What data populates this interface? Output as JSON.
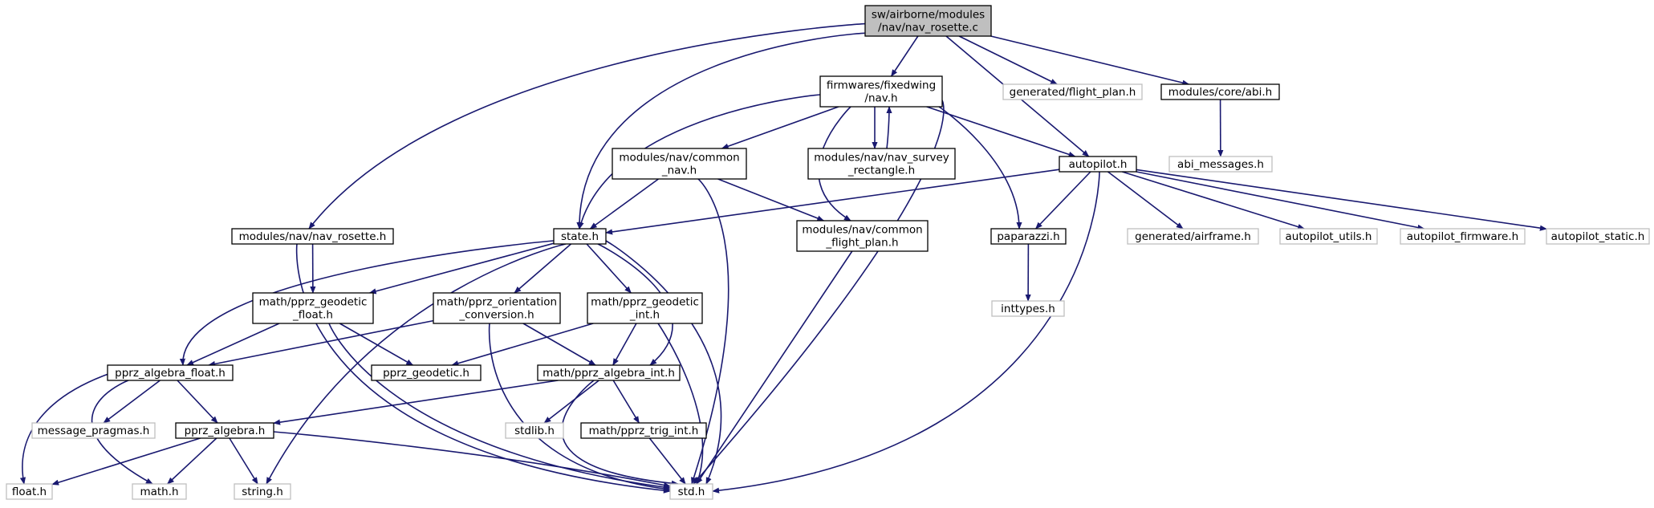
{
  "colors": {
    "edge": "#191970",
    "node_border_documented": "#000000",
    "node_border_external": "#bfbfbf",
    "root_fill": "#bfbfbf",
    "node_fill": "#ffffff",
    "text": "#000000"
  },
  "nodes": [
    {
      "id": "root",
      "lines": [
        "sw/airborne/modules",
        "/nav/nav_rosette.c"
      ],
      "kind": "root"
    },
    {
      "id": "fw_nav",
      "lines": [
        "firmwares/fixedwing",
        "/nav.h"
      ],
      "kind": "documented"
    },
    {
      "id": "flight_plan",
      "lines": [
        "generated/flight_plan.h"
      ],
      "kind": "external"
    },
    {
      "id": "abi",
      "lines": [
        "modules/core/abi.h"
      ],
      "kind": "documented"
    },
    {
      "id": "abi_messages",
      "lines": [
        "abi_messages.h"
      ],
      "kind": "external"
    },
    {
      "id": "common_nav",
      "lines": [
        "modules/nav/common",
        "_nav.h"
      ],
      "kind": "documented"
    },
    {
      "id": "survey",
      "lines": [
        "modules/nav/nav_survey",
        "_rectangle.h"
      ],
      "kind": "documented"
    },
    {
      "id": "autopilot",
      "lines": [
        "autopilot.h"
      ],
      "kind": "documented"
    },
    {
      "id": "nav_rosette_h",
      "lines": [
        "modules/nav/nav_rosette.h"
      ],
      "kind": "documented"
    },
    {
      "id": "state",
      "lines": [
        "state.h"
      ],
      "kind": "documented"
    },
    {
      "id": "common_fp",
      "lines": [
        "modules/nav/common",
        "_flight_plan.h"
      ],
      "kind": "documented"
    },
    {
      "id": "paparazzi",
      "lines": [
        "paparazzi.h"
      ],
      "kind": "documented"
    },
    {
      "id": "airframe",
      "lines": [
        "generated/airframe.h"
      ],
      "kind": "external"
    },
    {
      "id": "ap_utils",
      "lines": [
        "autopilot_utils.h"
      ],
      "kind": "external"
    },
    {
      "id": "ap_firmware",
      "lines": [
        "autopilot_firmware.h"
      ],
      "kind": "external"
    },
    {
      "id": "ap_static",
      "lines": [
        "autopilot_static.h"
      ],
      "kind": "external"
    },
    {
      "id": "geo_float",
      "lines": [
        "math/pprz_geodetic",
        "_float.h"
      ],
      "kind": "documented"
    },
    {
      "id": "orient",
      "lines": [
        "math/pprz_orientation",
        "_conversion.h"
      ],
      "kind": "documented"
    },
    {
      "id": "geo_int",
      "lines": [
        "math/pprz_geodetic",
        "_int.h"
      ],
      "kind": "documented"
    },
    {
      "id": "inttypes",
      "lines": [
        "inttypes.h"
      ],
      "kind": "external"
    },
    {
      "id": "alg_float",
      "lines": [
        "pprz_algebra_float.h"
      ],
      "kind": "documented"
    },
    {
      "id": "geodetic",
      "lines": [
        "pprz_geodetic.h"
      ],
      "kind": "documented"
    },
    {
      "id": "alg_int",
      "lines": [
        "math/pprz_algebra_int.h"
      ],
      "kind": "documented"
    },
    {
      "id": "msg_pragmas",
      "lines": [
        "message_pragmas.h"
      ],
      "kind": "external"
    },
    {
      "id": "algebra",
      "lines": [
        "pprz_algebra.h"
      ],
      "kind": "documented"
    },
    {
      "id": "stdlib",
      "lines": [
        "stdlib.h"
      ],
      "kind": "external"
    },
    {
      "id": "trig_int",
      "lines": [
        "math/pprz_trig_int.h"
      ],
      "kind": "documented"
    },
    {
      "id": "float_h",
      "lines": [
        "float.h"
      ],
      "kind": "external"
    },
    {
      "id": "math_h",
      "lines": [
        "math.h"
      ],
      "kind": "external"
    },
    {
      "id": "string_h",
      "lines": [
        "string.h"
      ],
      "kind": "external"
    },
    {
      "id": "std_h",
      "lines": [
        "std.h"
      ],
      "kind": "external"
    }
  ],
  "edges": [
    [
      "root",
      "fw_nav"
    ],
    [
      "root",
      "flight_plan"
    ],
    [
      "root",
      "abi"
    ],
    [
      "root",
      "autopilot"
    ],
    [
      "root",
      "nav_rosette_h"
    ],
    [
      "root",
      "state"
    ],
    [
      "abi",
      "abi_messages"
    ],
    [
      "fw_nav",
      "common_nav"
    ],
    [
      "fw_nav",
      "survey"
    ],
    [
      "fw_nav",
      "autopilot"
    ],
    [
      "fw_nav",
      "state"
    ],
    [
      "fw_nav",
      "common_fp"
    ],
    [
      "fw_nav",
      "paparazzi"
    ],
    [
      "fw_nav",
      "std_h"
    ],
    [
      "survey",
      "fw_nav"
    ],
    [
      "common_nav",
      "state"
    ],
    [
      "common_nav",
      "common_fp"
    ],
    [
      "common_nav",
      "std_h"
    ],
    [
      "autopilot",
      "state"
    ],
    [
      "autopilot",
      "paparazzi"
    ],
    [
      "autopilot",
      "airframe"
    ],
    [
      "autopilot",
      "ap_utils"
    ],
    [
      "autopilot",
      "ap_firmware"
    ],
    [
      "autopilot",
      "ap_static"
    ],
    [
      "autopilot",
      "std_h"
    ],
    [
      "nav_rosette_h",
      "geo_float"
    ],
    [
      "nav_rosette_h",
      "std_h"
    ],
    [
      "state",
      "geo_float"
    ],
    [
      "state",
      "orient"
    ],
    [
      "state",
      "geo_int"
    ],
    [
      "state",
      "alg_float"
    ],
    [
      "state",
      "alg_int"
    ],
    [
      "state",
      "string_h"
    ],
    [
      "state",
      "std_h"
    ],
    [
      "common_fp",
      "std_h"
    ],
    [
      "paparazzi",
      "inttypes"
    ],
    [
      "geo_float",
      "alg_float"
    ],
    [
      "geo_float",
      "geodetic"
    ],
    [
      "geo_float",
      "std_h"
    ],
    [
      "orient",
      "alg_float"
    ],
    [
      "orient",
      "alg_int"
    ],
    [
      "orient",
      "std_h"
    ],
    [
      "geo_int",
      "geodetic"
    ],
    [
      "geo_int",
      "alg_int"
    ],
    [
      "geo_int",
      "std_h"
    ],
    [
      "alg_float",
      "msg_pragmas"
    ],
    [
      "alg_float",
      "algebra"
    ],
    [
      "alg_float",
      "float_h"
    ],
    [
      "alg_float",
      "math_h"
    ],
    [
      "alg_int",
      "algebra"
    ],
    [
      "alg_int",
      "stdlib"
    ],
    [
      "alg_int",
      "trig_int"
    ],
    [
      "alg_int",
      "std_h"
    ],
    [
      "algebra",
      "float_h"
    ],
    [
      "algebra",
      "math_h"
    ],
    [
      "algebra",
      "string_h"
    ],
    [
      "algebra",
      "std_h"
    ],
    [
      "trig_int",
      "std_h"
    ]
  ]
}
